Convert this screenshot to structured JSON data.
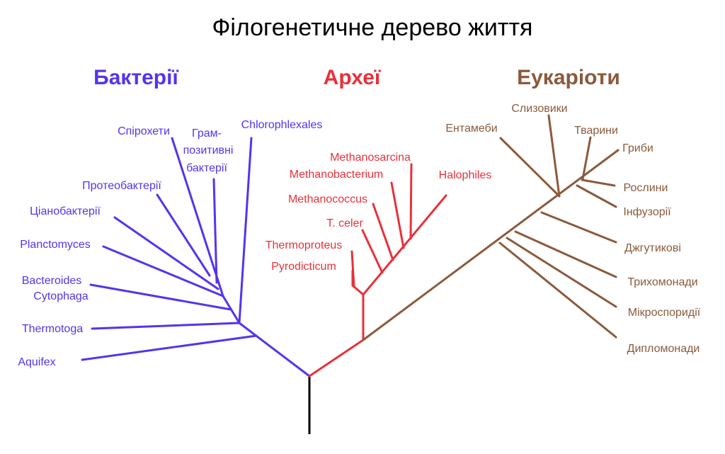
{
  "title": "Філогенетичне дерево життя",
  "colors": {
    "bacteria": "#5533ee",
    "archaea": "#e8313a",
    "eukaryota": "#8b5a3c",
    "root": "#000000"
  },
  "groups": {
    "bacteria": "Бактерії",
    "archaea": "Археї",
    "eukaryota": "Еукаріоти"
  },
  "bacteria_leaves": {
    "spirochetes": "Спірохети",
    "gram_positive": [
      "Грам-",
      "позитивні",
      "бактерії"
    ],
    "chloroflexi": "Chlorophlexales",
    "proteobacteria": "Протеобактерії",
    "cyanobacteria": "Ціанобактерії",
    "planctomyces": "Planctomyces",
    "bacteroides": [
      "Bacteroides",
      "Cytophaga"
    ],
    "thermotoga": "Thermotoga",
    "aquifex": "Aquifex"
  },
  "archaea_leaves": {
    "methanosarcina": "Methanosarcina",
    "methanobacterium": "Methanobacterium",
    "halophiles": "Halophiles",
    "methanococcus": "Methanococcus",
    "t_celer": "T. celer",
    "thermoproteus": "Thermoproteus",
    "pyrodicticum": "Pyrodicticum"
  },
  "eukaryota_leaves": {
    "entamoebae": "Ентамеби",
    "slime_molds": "Слизовики",
    "animals": "Тварини",
    "fungi": "Гриби",
    "plants": "Рослини",
    "ciliates": "Інфузорії",
    "flagellates": "Джгутикові",
    "trichomonads": "Трихомонади",
    "microsporidia": "Мікроспоридії",
    "diplomonads": "Дипломонади"
  }
}
